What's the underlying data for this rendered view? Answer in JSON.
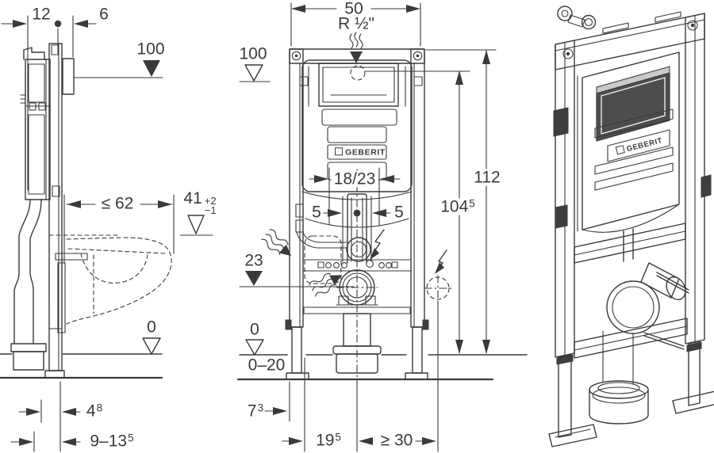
{
  "drawing": {
    "type": "installation-element-technical-drawing",
    "brand": "GEBERIT",
    "colors": {
      "ink": "#3a3a3a",
      "background": "#ffffff",
      "window_shade": "#4d4d4d"
    },
    "symbols": {
      "datum_filled": "filled-triangle-datum",
      "datum_open": "open-triangle-datum",
      "electrical": "lightning-bolt-arrow",
      "water_flow": "wavy-flow-arrows",
      "supply_point": "dashed-circle"
    }
  },
  "side_view": {
    "dim_plate_offset": "12",
    "dim_plate_depth": "6",
    "datum_height": "100",
    "dim_bowl_depth": "≤ 62",
    "dim_rim": {
      "value": "41",
      "tol_plus": "+2",
      "tol_minus": "−1"
    },
    "datum_floor": "0",
    "dim_outlet_offset": {
      "value": "4",
      "sup": "8"
    },
    "dim_outlet_range": {
      "value": "9–13",
      "sup": "5"
    }
  },
  "front_view": {
    "dim_width": "50",
    "supply_thread": "R ½\"",
    "datum_height": "100",
    "dim_depth_models": "18/23",
    "brand": "GEBERIT",
    "dim_offset_left": "5",
    "dim_offset_right": "5",
    "dim_supply_height": "23",
    "dim_connection_height": {
      "value": "104",
      "sup": "5"
    },
    "dim_total_height": "112",
    "datum_floor": "0",
    "floor_buildup_range": "0–20",
    "dim_foot_depth": {
      "value": "7",
      "sup": "3"
    },
    "dim_drain_offset": {
      "value": "19",
      "sup": "5"
    },
    "dim_socket_clearance": "≥ 30"
  },
  "iso_view": {
    "brand": "GEBERIT"
  }
}
